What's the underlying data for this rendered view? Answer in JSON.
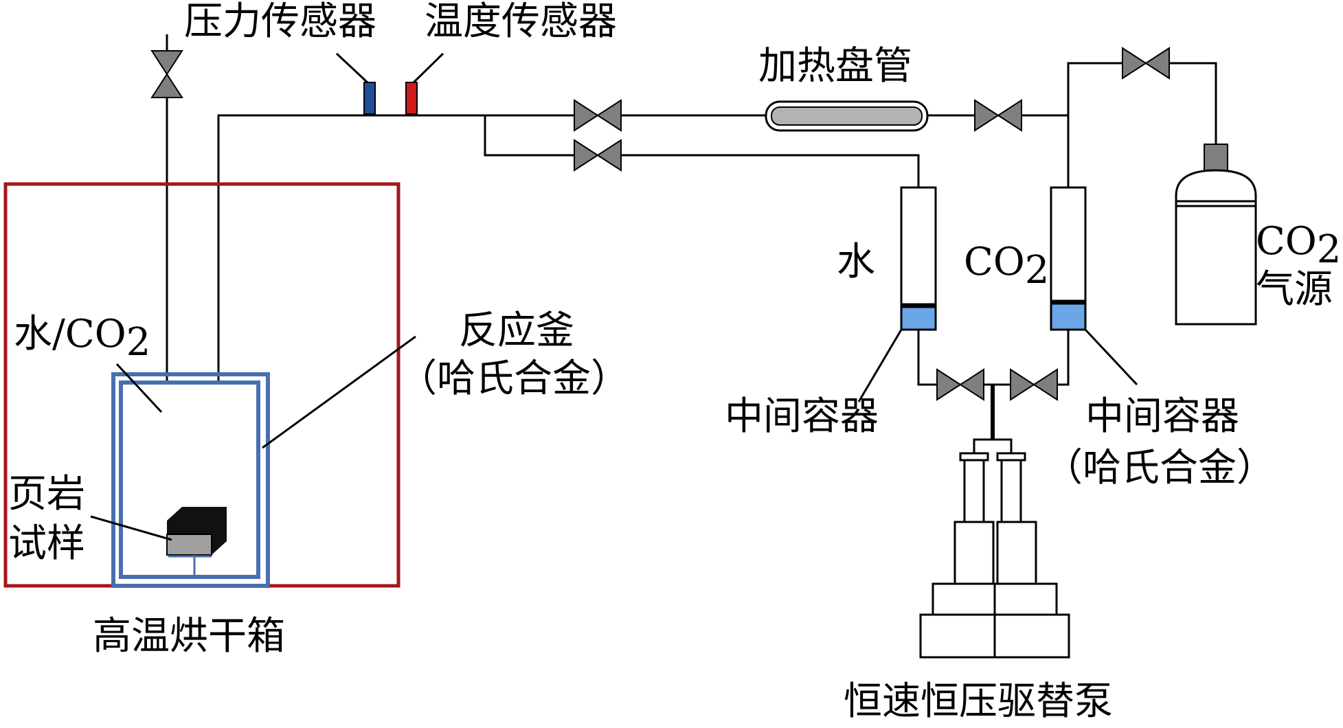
{
  "labels": {
    "pressure_sensor": "压力传感器",
    "temperature_sensor": "温度传感器",
    "heating_coil": "加热盘管",
    "water": "水",
    "co2_main": "CO",
    "co2_sub": "2",
    "gas_source_line1_main": "CO",
    "gas_source_line1_sub": "2",
    "gas_source_line2": "气源",
    "reactor": "反应釜",
    "reactor_material": "（哈氏合金）",
    "fluid_prefix": "水/CO",
    "fluid_sub": "2",
    "shale_line1": "页岩",
    "shale_line2": "试样",
    "oven": "高温烘干箱",
    "intermediate_left": "中间容器",
    "intermediate_right": "中间容器",
    "intermediate_right_material": "（哈氏合金）",
    "pump": "恒速恒压驱替泵"
  },
  "colors": {
    "oven_border": "#a3161c",
    "reactor_border": "#4a6fb0",
    "pressure_sensor": "#1f4f99",
    "temperature_sensor": "#d11a1a",
    "piston_fill": "#6aa6e8",
    "valve_fill": "#7f7f7f",
    "coil_fill": "#b3b3b3",
    "sample_top": "#111111",
    "sample_front": "#a0a0a0"
  }
}
